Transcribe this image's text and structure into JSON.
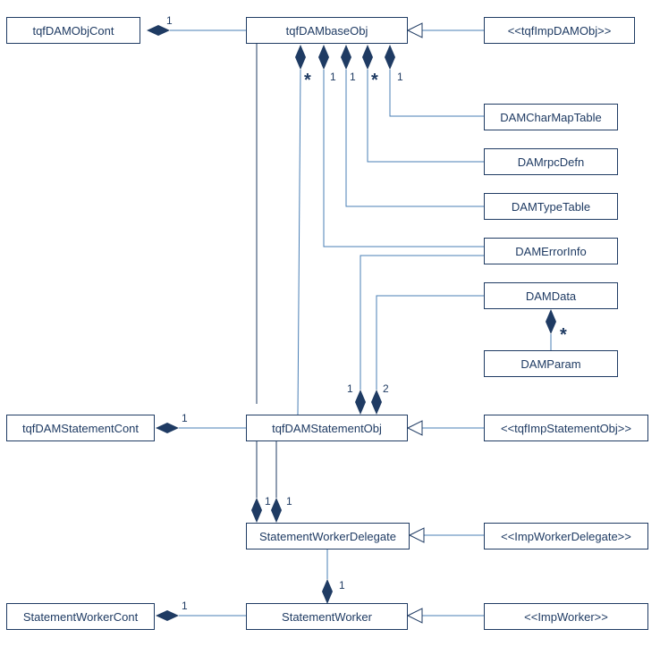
{
  "classes": {
    "obj_cont": "tqfDAMObjCont",
    "base_obj": "tqfDAMbaseObj",
    "imp_dam_obj": "<<tqfImpDAMObj>>",
    "char_map_table": "DAMCharMapTable",
    "rpc_defn": "DAMrpcDefn",
    "type_table": "DAMTypeTable",
    "error_info": "DAMErrorInfo",
    "data": "DAMData",
    "param": "DAMParam",
    "statement_cont": "tqfDAMStatementCont",
    "statement_obj": "tqfDAMStatementObj",
    "imp_statement_obj": "<<tqfImpStatementObj>>",
    "worker_delegate": "StatementWorkerDelegate",
    "imp_worker_delegate": "<<ImpWorkerDelegate>>",
    "worker_cont": "StatementWorkerCont",
    "worker": "StatementWorker",
    "imp_worker": "<<ImpWorker>>"
  },
  "multiplicities": {
    "obj_cont_base": "1",
    "base_star_left": "*",
    "base_one_a": "1",
    "base_one_b": "1",
    "base_star_right": "*",
    "base_one_c": "1",
    "data_param": "*",
    "stmt_error": "1",
    "stmt_data": "2",
    "stmt_cont": "1",
    "delegate_left": "1",
    "delegate_right": "1",
    "worker_delegate": "1",
    "worker_cont": "1"
  },
  "colors": {
    "line": "#1f3b63",
    "connector": "#4a7fb5",
    "diamond": "#1f3b63"
  }
}
